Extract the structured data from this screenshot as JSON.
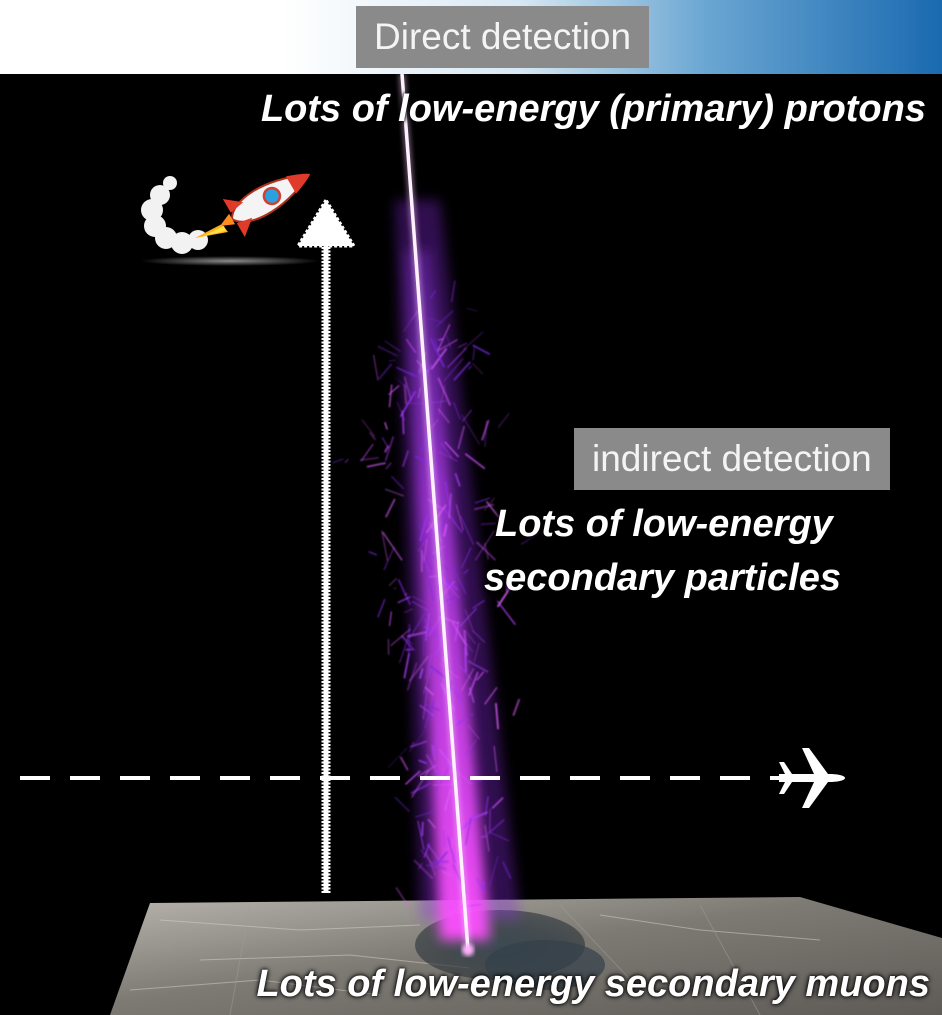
{
  "labels": {
    "direct_detection": "Direct detection",
    "indirect_detection": "indirect detection",
    "primary_protons": "Lots of low-energy (primary) protons",
    "secondary_particles_line1": "Lots of low-energy",
    "secondary_particles_line2": "secondary particles",
    "secondary_muons": "Lots of low-energy secondary muons"
  },
  "icons": {
    "rocket": "rocket-icon",
    "airplane": "airplane-icon",
    "altitude_arrow": "up-arrow-icon"
  },
  "colors": {
    "shower": "#c030ff",
    "shower_core": "#ff5cff",
    "tag_background": "#8a8a8a",
    "topbar_accent": "#1a6ab0"
  }
}
